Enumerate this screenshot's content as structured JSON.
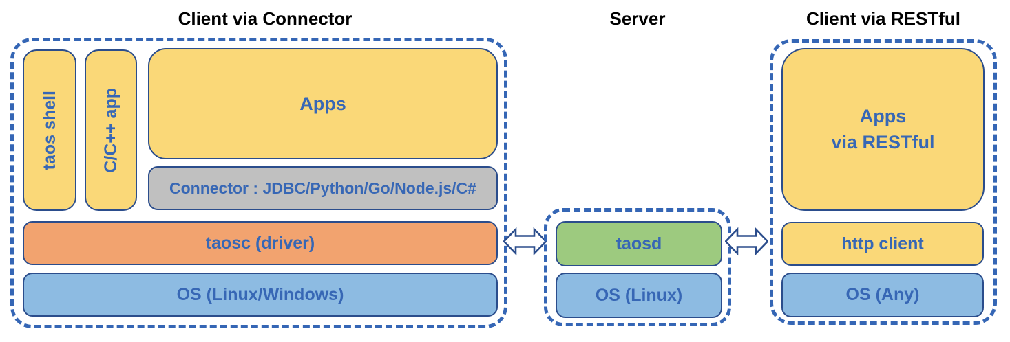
{
  "colors": {
    "yellow": "#FAD878",
    "orange": "#F2A36F",
    "blue_box": "#8DBBE2",
    "green": "#9DCA7F",
    "gray": "#C0C0C0",
    "text_blue": "#3767B5",
    "border_dark": "#2B4D8C",
    "dash_blue": "#3566B5",
    "title_black": "#000000"
  },
  "sections": {
    "client_connector": {
      "title": "Client via Connector",
      "taos_shell": "taos shell",
      "cpp_app": "C/C++ app",
      "apps": "Apps",
      "connector": "Connector : JDBC/Python/Go/Node.js/C#",
      "taosc": "taosc (driver)",
      "os": "OS (Linux/Windows)"
    },
    "server": {
      "title": "Server",
      "taosd": "taosd",
      "os": "OS (Linux)"
    },
    "client_restful": {
      "title": "Client via RESTful",
      "apps_line1": "Apps",
      "apps_line2": "via RESTful",
      "http_client": "http client",
      "os": "OS (Any)"
    }
  },
  "icons": {
    "left_arrow": "double-headed-arrow",
    "right_arrow": "double-headed-arrow"
  }
}
